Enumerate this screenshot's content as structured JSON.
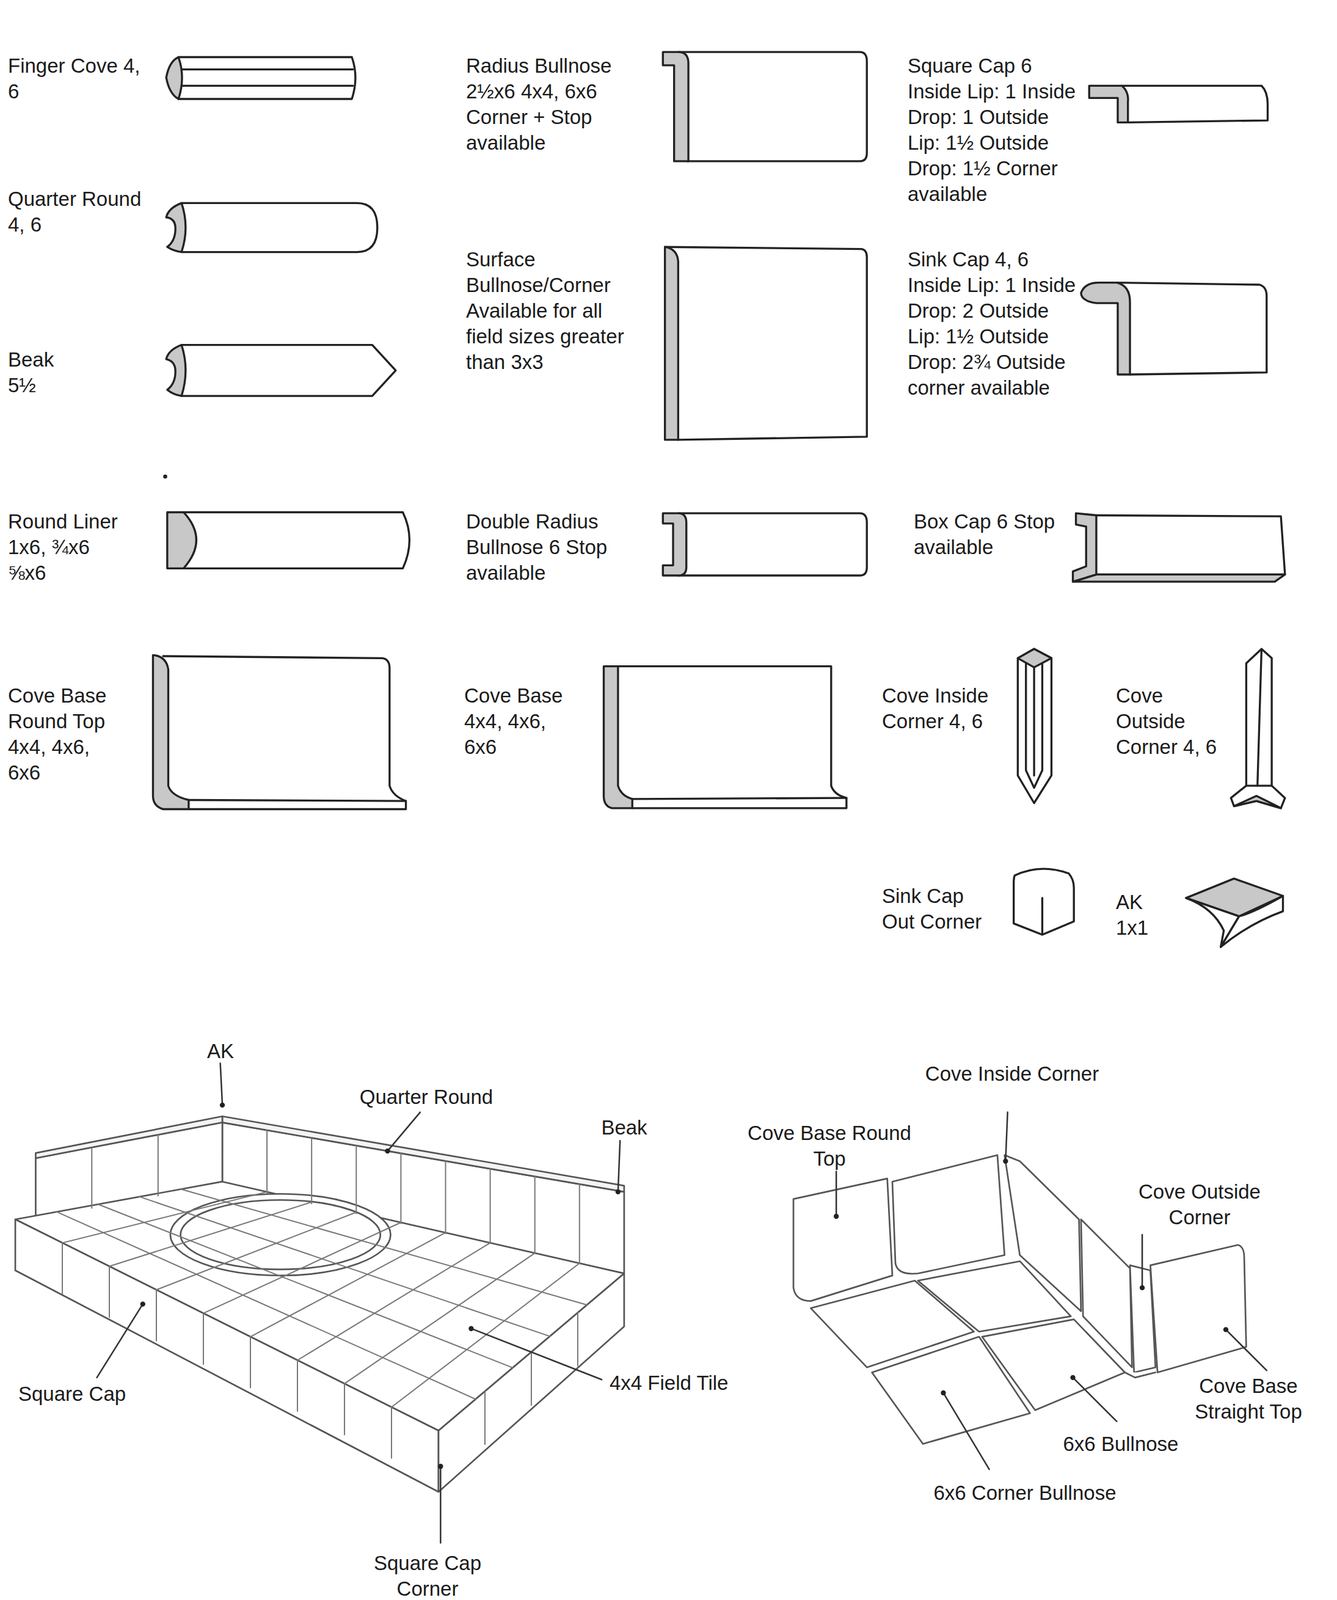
{
  "diagram": {
    "labels": [
      "Finger Cove 4, 6",
      "Quarter Round 4, 6",
      "Beak 5½",
      "Round Liner 1x6, ¾x6 ⅝x6",
      "Cove Base Round Top 4x4, 4x6, 6x6",
      "Radius Bullnose 2½x6 4x4, 6x6 Corner + Stop available",
      "Surface Bullnose/Corner Available for all field sizes greater than 3x3",
      "Double Radius Bullnose 6 Stop available",
      "Cove Base 4x4, 4x6, 6x6",
      "Square Cap 6 Inside Lip: 1 Inside Drop: 1 Outside Lip: 1½ Outside Drop: 1½ Corner available",
      "Sink Cap 4, 6 Inside Lip: 1 Inside Drop: 2 Outside Lip: 1½ Outside Drop: 2¾ Outside corner available",
      "Box Cap 6 Stop available",
      "Cove Inside Corner 4, 6",
      "Cove Outside Corner 4, 6",
      "Sink Cap Out Corner",
      "AK 1x1",
      "AK",
      "Quarter Round",
      "Beak",
      "Square Cap",
      "4x4 Field Tile",
      "Square Cap Corner",
      "Cove Inside Corner",
      "Cove Base Round Top",
      "Cove Outside Corner",
      "Cove Base Straight Top",
      "6x6 Bullnose",
      "6x6 Corner Bullnose"
    ]
  }
}
